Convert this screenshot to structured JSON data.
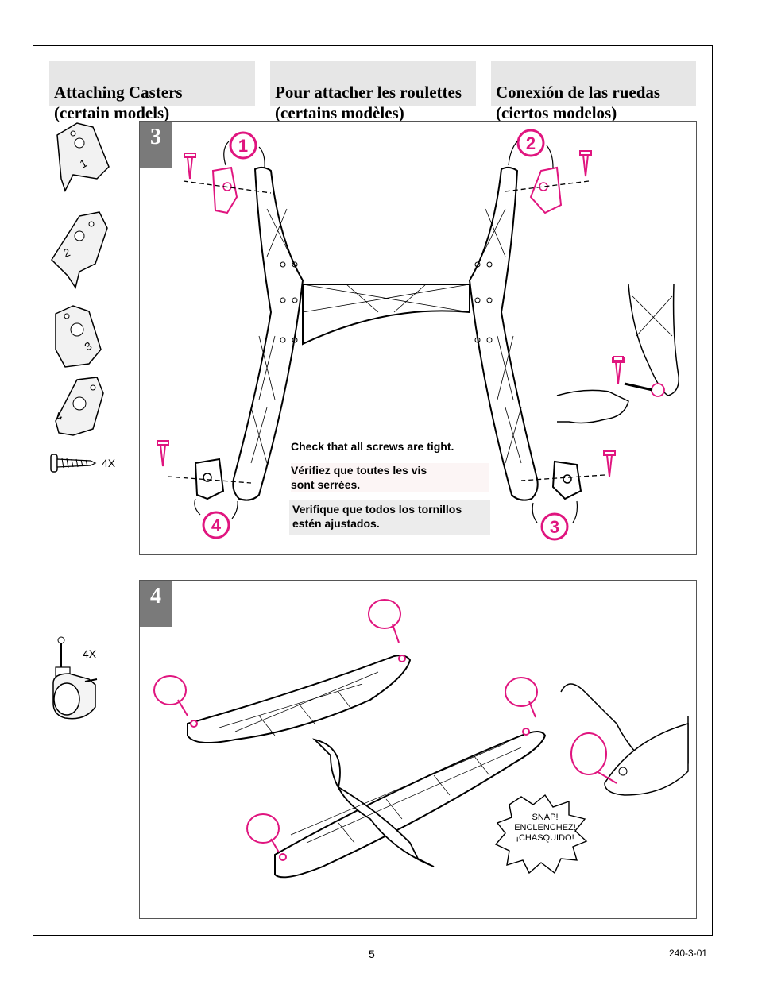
{
  "headers": {
    "en": "Attaching Casters\n(certain models)",
    "fr": "Pour attacher les roulettes\n(certains modèles)",
    "es": "Conexión de las ruedas\n(ciertos modelos)"
  },
  "step3": {
    "number": "3",
    "callouts": [
      "1",
      "2",
      "3",
      "4"
    ],
    "note_en": "Check that all screws are tight.",
    "note_fr": "Vérifiez que toutes les vis\nsont serrées.",
    "note_es": "Verifique que todos los tornillos\nestén ajustados."
  },
  "parts": {
    "bracket_labels": [
      "1",
      "2",
      "3",
      "4"
    ],
    "screw_qty": "4X",
    "caster_qty": "4X"
  },
  "step4": {
    "number": "4",
    "snap_text": "SNAP!\nENCLENCHEZ!\n¡CHASQUIDO!"
  },
  "footer": {
    "page_number": "5",
    "doc_code": "240-3-01"
  },
  "colors": {
    "accent": "#e0157f",
    "header_bg": "#e6e6e6",
    "step_badge": "#7a7a7a"
  }
}
